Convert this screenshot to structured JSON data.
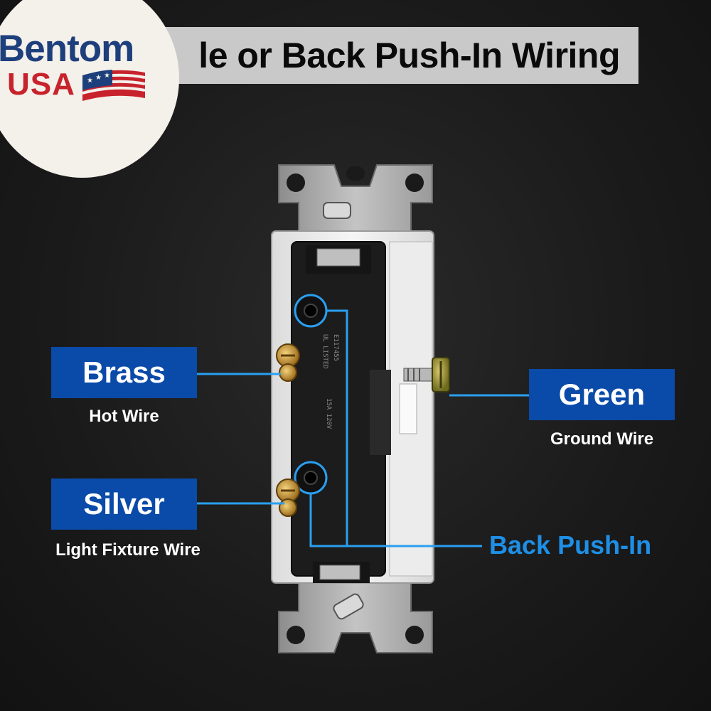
{
  "title": "le or Back Push-In Wiring",
  "logo": {
    "word": "Bentom",
    "country": "USA",
    "icon": "us-flag-icon",
    "colors": {
      "blue": "#1d3f7c",
      "red": "#c8232c"
    }
  },
  "labels": {
    "brass": {
      "title": "Brass",
      "subtitle": "Hot Wire"
    },
    "silver": {
      "title": "Silver",
      "subtitle": "Light Fixture Wire"
    },
    "green": {
      "title": "Green",
      "subtitle": "Ground Wire"
    },
    "back_push_in": "Back Push-In"
  },
  "colors": {
    "label_box": "#0a4aa8",
    "callout_line": "#2a9ff0",
    "back_push_in_text": "#1e8fe6",
    "title_bar": "#c9c9c9"
  }
}
